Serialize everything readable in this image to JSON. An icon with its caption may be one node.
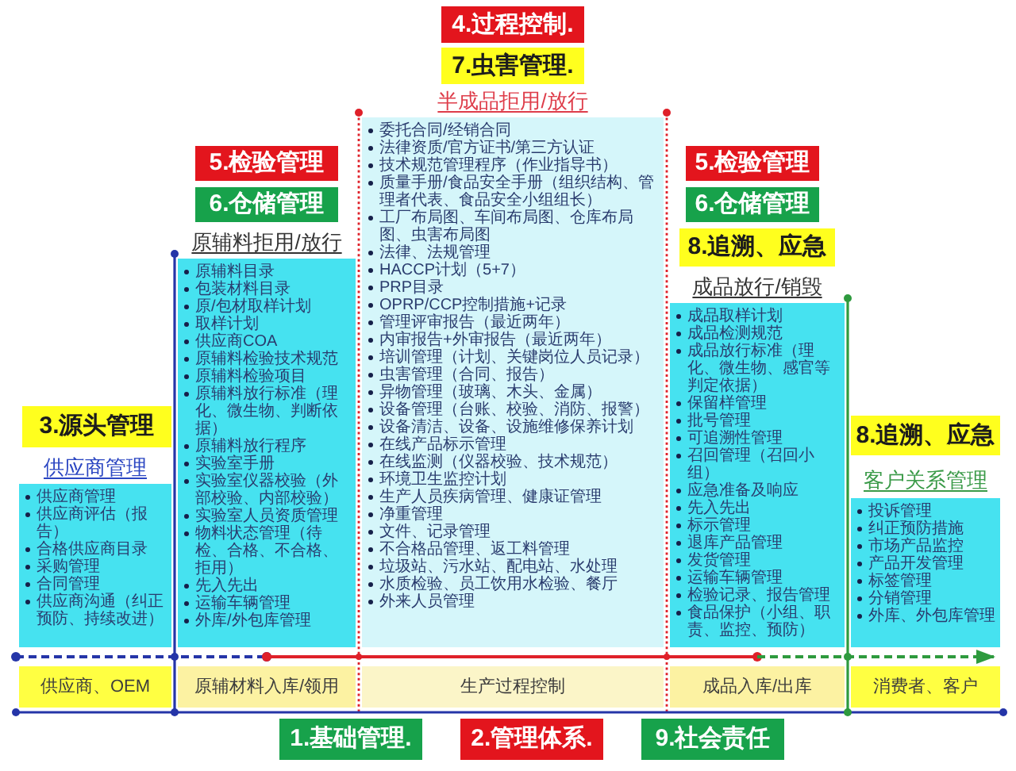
{
  "diagram": {
    "nodes": [
      {
        "text": [
          "4.过程控制."
        ]
      },
      {
        "text": [
          "7.虫害管理."
        ]
      },
      {
        "text": [
          "5.检验管理"
        ]
      },
      {
        "text": [
          "6.仓储管理"
        ]
      },
      {
        "text": [
          "5.检验管理"
        ]
      },
      {
        "text": [
          "6.仓储管理"
        ]
      },
      {
        "text": [
          "8.追溯、应急"
        ]
      },
      {
        "text": [
          "委托合同/经销合同",
          "法律资质/官方证书/第三方认证",
          "技术规范管理程序（作业指导书）",
          "质量手册/食品安全手册（组织结构、管理者代表、食品安全小组组长）",
          "工厂布局图、车间布局图、仓库布局图、虫害布局图",
          "法律、法规管理",
          "HACCP计划（5+7）",
          "PRP目录",
          "OPRP/CCP控制措施+记录",
          "管理评审报告（最近两年）",
          "内审报告+外审报告（最近两年）",
          "培训管理（计划、关键岗位人员记录）",
          "虫害管理（合同、报告）",
          "异物管理（玻璃、木头、金属）",
          "设备管理（台账、校验、消防、报警）",
          "设备清洁、设备、设施维修保养计划",
          "在线产品标示管理",
          "在线监测（仪器校验、技术规范）",
          "环境卫生监控计划",
          "生产人员疾病管理、健康证管理",
          "净重管理",
          "文件、记录管理",
          "不合格品管理、返工料管理",
          "垃圾站、污水站、配电站、水处理",
          "水质检验、员工饮用水检验、餐厅",
          "外来人员管理"
        ],
        "beside": [
          "半成品拒用/放行"
        ]
      },
      {
        "text": [
          "原辅料目录",
          "包装材料目录",
          "原/包材取样计划",
          "取样计划",
          "供应商COA",
          "原辅料检验技术规范",
          "原辅料检验项目",
          "原辅料放行标准（理化、微生物、判断依据）",
          "原辅料放行程序",
          "实验室手册",
          "实验室仪器校验（外部校验、内部校验）",
          "实验室人员资质管理",
          "物料状态管理（待检、合格、不合格、拒用）",
          "先入先出",
          "运输车辆管理",
          "外库/外包库管理"
        ],
        "beside": [
          "原辅料拒用/放行"
        ]
      },
      {
        "text": [
          "成品取样计划",
          "成品检测规范",
          "成品放行标准（理化、微生物、感官等判定依据）",
          "保留样管理",
          "批号管理",
          "可追溯性管理",
          "召回管理（召回小组）",
          "应急准备及响应",
          "先入先出",
          "标示管理",
          "退库产品管理",
          "发货管理",
          "运输车辆管理",
          "检验记录、报告管理",
          "食品保护（小组、职责、监控、预防）"
        ],
        "beside": [
          "成品放行/销毁"
        ]
      },
      {
        "text": [
          "3.源头管理"
        ]
      },
      {
        "text": [
          "8.追溯、应急"
        ]
      },
      {
        "text": [
          "供应商管理",
          "供应商评估（报告）",
          "合格供应商目录",
          "采购管理",
          "合同管理",
          "供应商沟通（纠正预防、持续改进）"
        ],
        "beside": [
          "供应商管理"
        ]
      },
      {
        "text": [
          "投诉管理",
          "纠正预防措施",
          "市场产品监控",
          "产品开发管理",
          "标签管理",
          "分销管理",
          "外库、外包库管理"
        ],
        "beside": [
          "客户关系管理"
        ]
      },
      {
        "text": [
          "供应商、OEM"
        ]
      },
      {
        "text": [
          "原辅材料入库/领用"
        ]
      },
      {
        "text": [
          "生产过程控制"
        ]
      },
      {
        "text": [
          "成品入库/出库"
        ]
      },
      {
        "text": [
          "消费者、客户"
        ]
      },
      {
        "text": [
          "1.基础管理."
        ]
      },
      {
        "text": [
          "2.管理体系."
        ]
      },
      {
        "text": [
          "9.社会责任"
        ]
      }
    ],
    "edges": [
      {
        "from": 14,
        "to": 15,
        "arrow": "other",
        "style": "dashed",
        "color": "#2535a8"
      },
      {
        "from": 15,
        "to": 17,
        "arrow": "other",
        "color": "#df2029"
      },
      {
        "from": 17,
        "to": 18,
        "arrow": "to",
        "style": "dashed",
        "color": "#2e9a3e"
      }
    ]
  }
}
